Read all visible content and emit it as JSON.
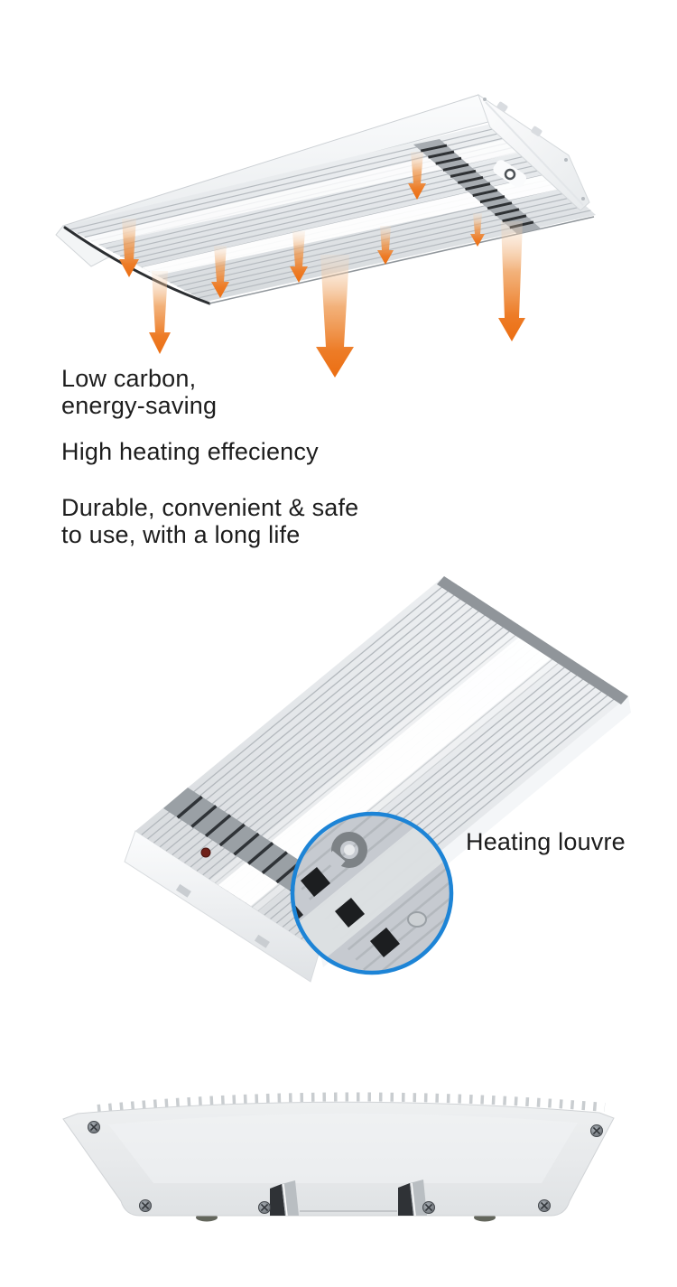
{
  "features": {
    "items": [
      {
        "lines": [
          "Low carbon,",
          "energy-saving"
        ]
      },
      {
        "lines": [
          "High heating effeciency"
        ]
      },
      {
        "lines": [
          "Durable, convenient & safe",
          "to use, with a long life"
        ]
      }
    ]
  },
  "detail_callout": {
    "label": "Heating louvre"
  },
  "colors": {
    "page_background": "#FFFFFF",
    "text_black": "#1D1D1D",
    "heat_arrow_orange": "#EC6E12",
    "heat_arrow_mid": "#EF9C55",
    "heat_arrow_light": "#F6DCC2",
    "callout_ring_blue": "#1D84D6",
    "aluminum_light": "#F1F3F4",
    "aluminum_mid": "#D9DCDF",
    "aluminum_dark": "#8D9196",
    "grille_dark": "#2E3134",
    "indicator_red": "#6E2018"
  },
  "illustrations": {
    "hero": {
      "description": "Ceiling-mounted radiant heater seen from below with orange arrows showing heat radiating downward"
    },
    "detail": {
      "description": "Finned aluminium heating panel with magnified circular view of the heating louvre profile"
    },
    "front": {
      "description": "Front view of white heater housing with serrated heat-sink edge, screws and vent notches"
    }
  }
}
